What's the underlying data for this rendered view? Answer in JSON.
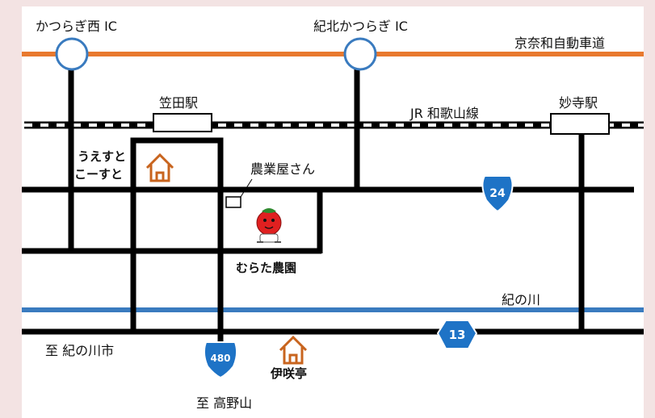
{
  "labels": {
    "ic_west": "かつらぎ西 IC",
    "ic_north": "紀北かつらぎ IC",
    "expressway": "京奈和自動車道",
    "station_kaseda": "笠田駅",
    "station_myoji": "妙寺駅",
    "jr_line": "JR 和歌山線",
    "shop_uesuto_1": "うえすと",
    "shop_uesuto_2": "こーすと",
    "nogyoya": "農業屋さん",
    "murata": "むらた農園",
    "river": "紀の川",
    "to_kinokawa": "至 紀の川市",
    "to_koyasan": "至 高野山",
    "isakitei": "伊咲亭"
  },
  "routes": {
    "r24": "24",
    "r13": "13",
    "r480": "480"
  },
  "colors": {
    "expressway": "#e8792e",
    "river": "#3a7bbf",
    "road": "#000000",
    "shield": "#1e73c6",
    "house": "#c8641e",
    "apple": "#e02020",
    "frame_bg": "#f3e3e3"
  }
}
